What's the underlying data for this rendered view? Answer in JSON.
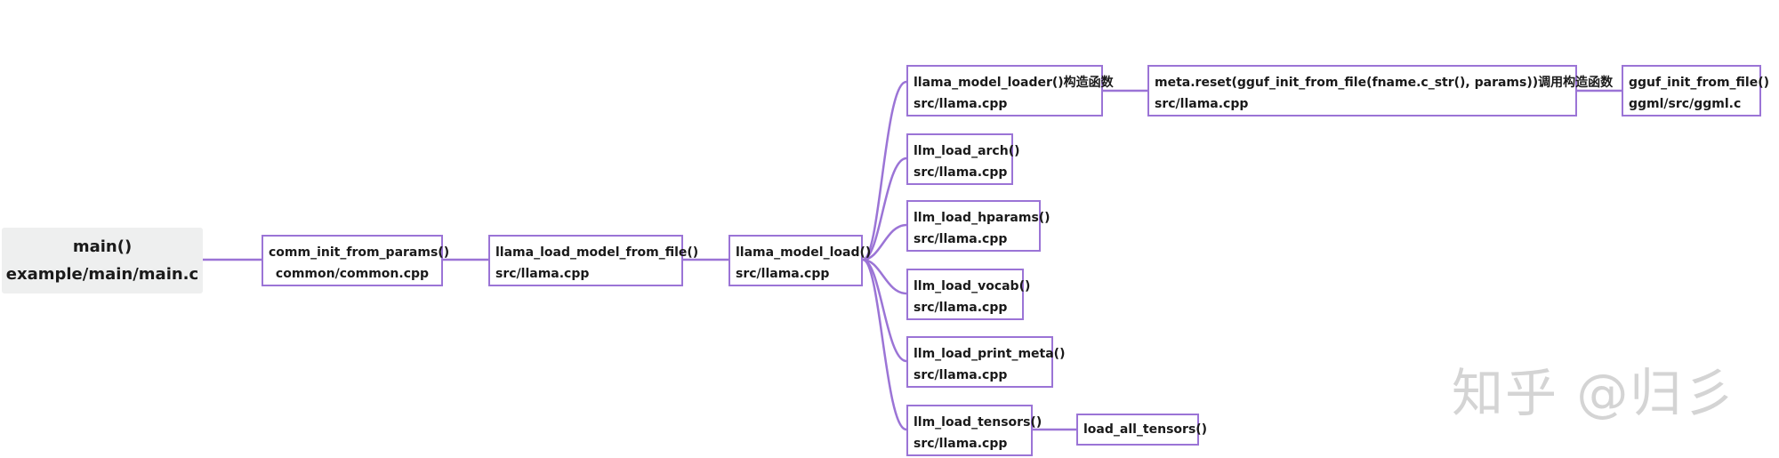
{
  "root": {
    "line1": "main()",
    "line2": "example/main/main.c"
  },
  "nodes": {
    "comm_init": {
      "line1": "comm_init_from_params()",
      "line2": "common/common.cpp"
    },
    "load_from_file": {
      "line1": "llama_load_model_from_file()",
      "line2": "src/llama.cpp"
    },
    "model_load": {
      "line1": "llama_model_load()",
      "line2": "src/llama.cpp"
    },
    "model_loader": {
      "line1": "llama_model_loader()构造函数",
      "line2": "src/llama.cpp"
    },
    "meta_reset": {
      "line1": "meta.reset(gguf_init_from_file(fname.c_str(), params))调用构造函数",
      "line2": "src/llama.cpp"
    },
    "gguf_init": {
      "line1": "gguf_init_from_file()",
      "line2": "ggml/src/ggml.c"
    },
    "load_arch": {
      "line1": "llm_load_arch()",
      "line2": "src/llama.cpp"
    },
    "load_hparams": {
      "line1": "llm_load_hparams()",
      "line2": "src/llama.cpp"
    },
    "load_vocab": {
      "line1": "llm_load_vocab()",
      "line2": "src/llama.cpp"
    },
    "print_meta": {
      "line1": "llm_load_print_meta()",
      "line2": "src/llama.cpp"
    },
    "load_tensors": {
      "line1": "llm_load_tensors()",
      "line2": "src/llama.cpp"
    },
    "load_all_tensors": {
      "line1": "load_all_tensors()"
    }
  },
  "watermark": "知乎 @归彡",
  "colors": {
    "edge": "#9b74d6",
    "root_bg": "#eeefef"
  }
}
